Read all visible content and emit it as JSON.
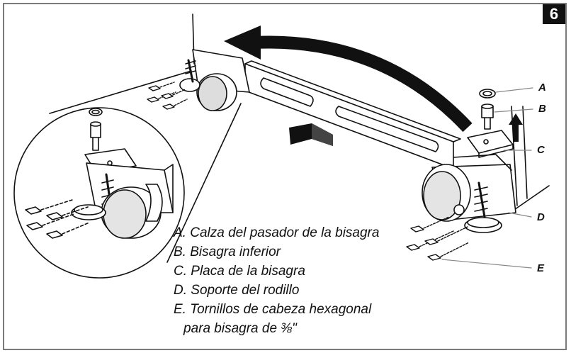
{
  "step_number": "6",
  "callouts": {
    "a": "A",
    "b": "B",
    "c": "C",
    "d": "D",
    "e": "E"
  },
  "legend": [
    "A. Calza del pasador de la bisagra",
    "B. Bisagra inferior",
    "C. Placa de la bisagra",
    "D. Soporte del rodillo",
    "E. Tornillos de cabeza hexagonal"
  ],
  "legend_continuation": "para bisagra de ⅜\""
}
